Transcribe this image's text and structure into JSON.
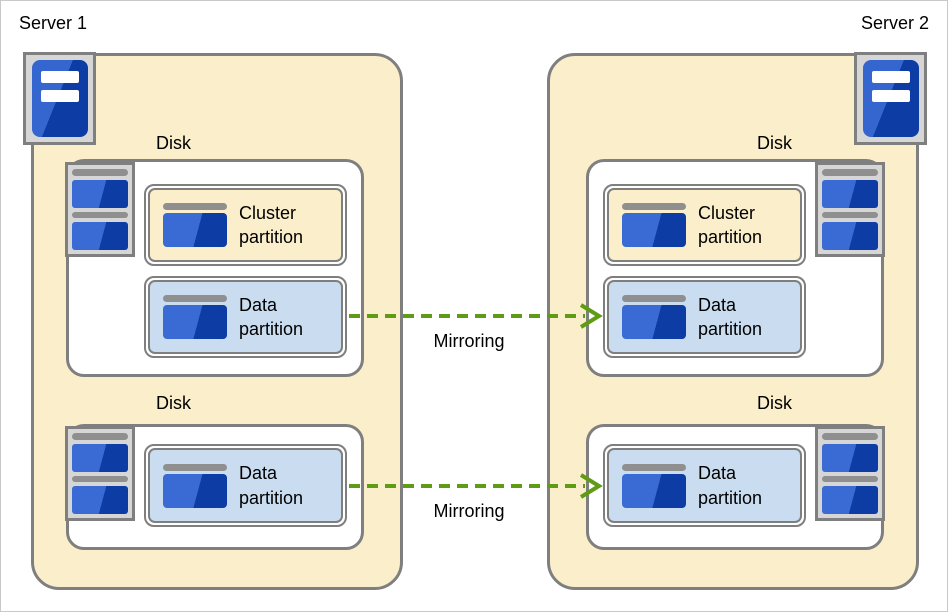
{
  "colors": {
    "server_fill": "#FBEECA",
    "disk_fill": "#FFFFFF",
    "cluster_partition_fill": "#FBEECA",
    "data_partition_fill": "#C9DCF0",
    "box_border": "#7F7F7F",
    "icon_plate_gray": "#D6D6D6",
    "icon_bar_gray": "#8F8F8F",
    "icon_blue_light": "#3565CE",
    "icon_blue_dark": "#0C3CA4",
    "arrow_green": "#5F9B14",
    "text": "#000000"
  },
  "servers": [
    {
      "label": "Server 1",
      "disks": [
        {
          "label": "Disk",
          "partitions": [
            {
              "label": "Cluster partition",
              "type": "cluster"
            },
            {
              "label": "Data partition",
              "type": "data"
            }
          ]
        },
        {
          "label": "Disk",
          "partitions": [
            {
              "label": "Data partition",
              "type": "data"
            }
          ]
        }
      ]
    },
    {
      "label": "Server 2",
      "disks": [
        {
          "label": "Disk",
          "partitions": [
            {
              "label": "Cluster partition",
              "type": "cluster"
            },
            {
              "label": "Data partition",
              "type": "data"
            }
          ]
        },
        {
          "label": "Disk",
          "partitions": [
            {
              "label": "Data partition",
              "type": "data"
            }
          ]
        }
      ]
    }
  ],
  "arrows": [
    {
      "label": "Mirroring"
    },
    {
      "label": "Mirroring"
    }
  ]
}
